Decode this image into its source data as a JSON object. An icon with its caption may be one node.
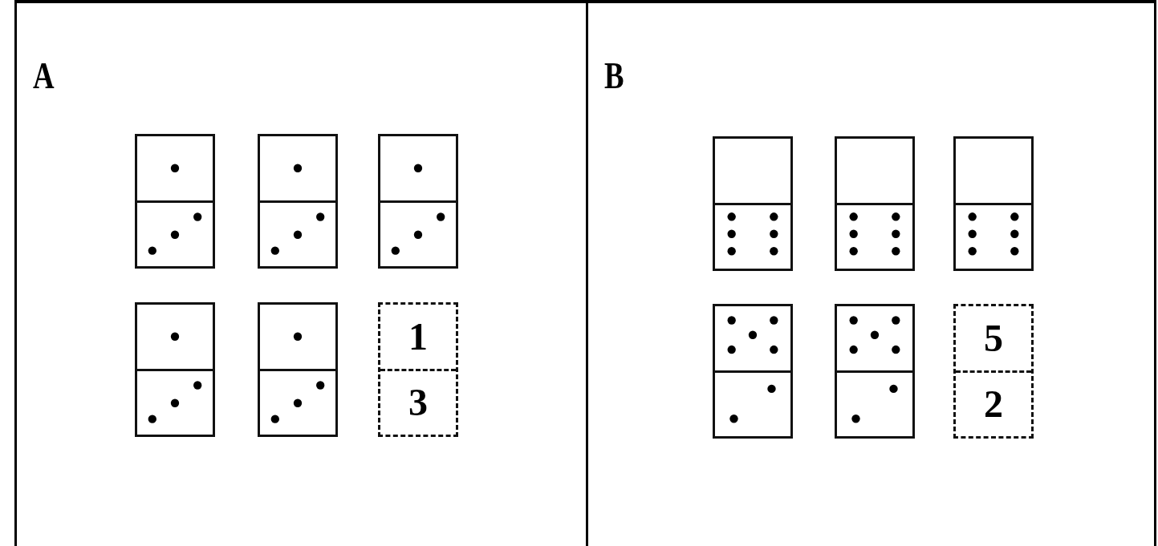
{
  "diagram": {
    "nodes": [
      {
        "text": [
          "A"
        ]
      },
      {
        "text": [],
        "shape": "box",
        "in": 0
      },
      {
        "text": [],
        "shape": "box",
        "in": 0
      },
      {
        "text": [],
        "shape": "box",
        "in": 0
      },
      {
        "text": [],
        "shape": "box",
        "in": 0
      },
      {
        "text": [],
        "shape": "box",
        "in": 0
      },
      {
        "text": [
          "1",
          "3"
        ],
        "in": 0
      },
      {
        "text": [
          "B"
        ]
      },
      {
        "text": [],
        "shape": "box",
        "in": 7
      },
      {
        "text": [],
        "shape": "box",
        "in": 7
      },
      {
        "text": [],
        "shape": "box",
        "in": 7
      },
      {
        "text": [],
        "shape": "box",
        "in": 7
      },
      {
        "text": [],
        "shape": "box",
        "in": 7
      },
      {
        "text": [
          "5",
          "2"
        ],
        "in": 7
      }
    ]
  }
}
